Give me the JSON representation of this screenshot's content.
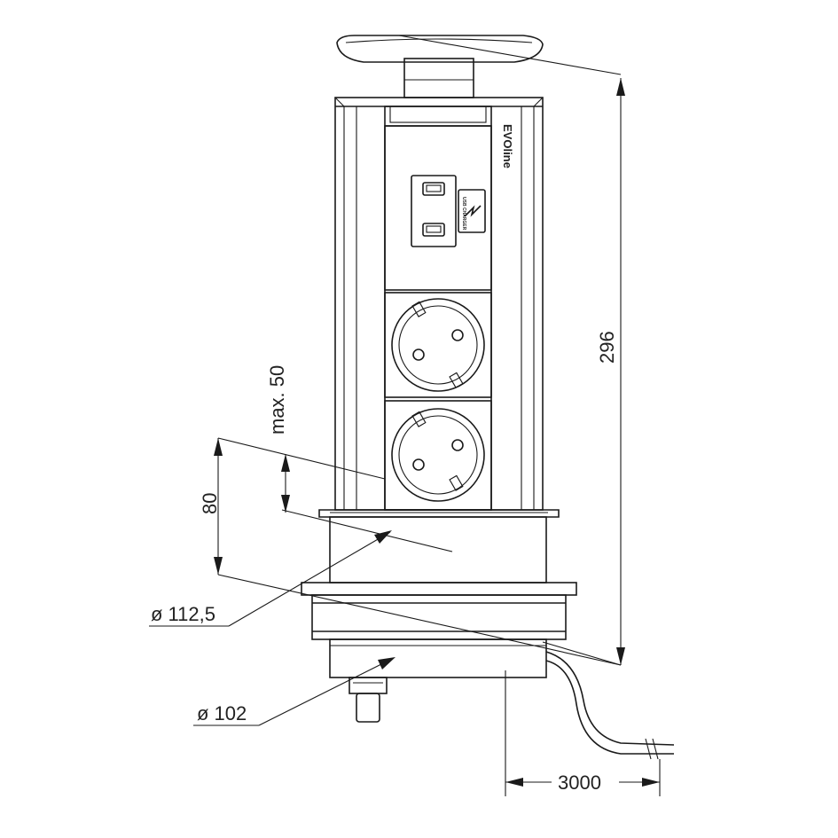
{
  "brand": "EVOline",
  "usb_module_label": "USB CHARGER",
  "dimensions": {
    "height_total": "296",
    "insertion_depth": "80",
    "max_tabletop": "max. 50",
    "flange_diameter": "ø 112,5",
    "body_diameter": "ø 102",
    "cable_length": "3000"
  },
  "modules": [
    {
      "type": "usb-charger",
      "ports": 2
    },
    {
      "type": "schuko-socket"
    },
    {
      "type": "schuko-socket"
    }
  ]
}
